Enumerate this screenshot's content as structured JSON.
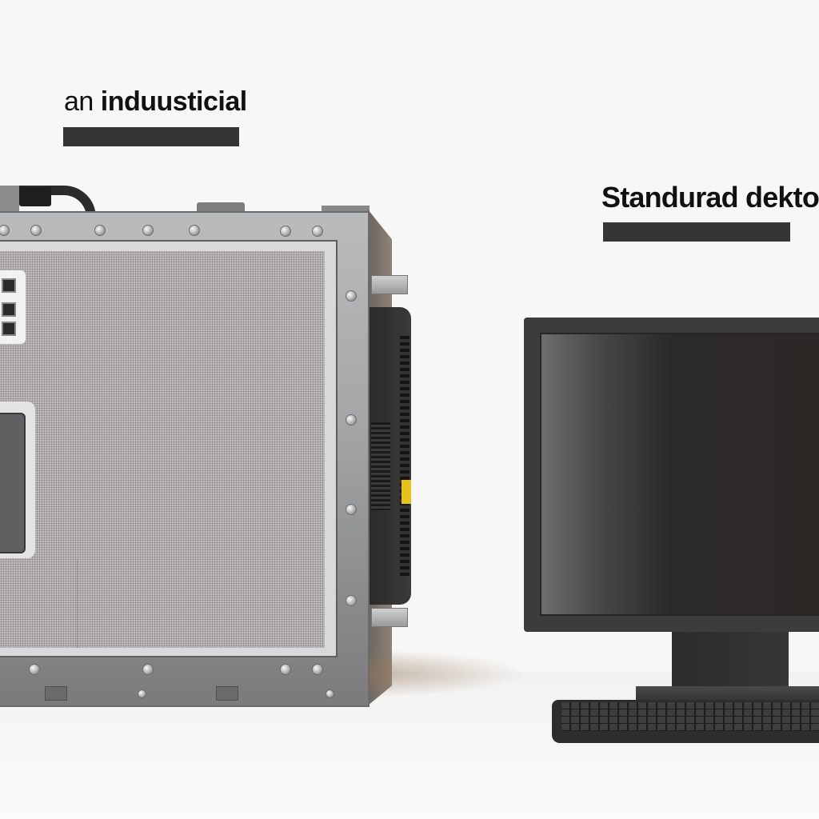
{
  "scene": {
    "description": "Comparison illustration: industrial computer enclosure vs standard desktop monitor with keyboard",
    "background_color": "#f7f7f7"
  },
  "labels": {
    "left": {
      "prefix": "an",
      "main": "induusticial",
      "bar_color": "#343434"
    },
    "right": {
      "text": "Standurad dekto",
      "bar_color": "#353535"
    }
  },
  "objects": {
    "industrial_enclosure": {
      "color": "#a6a7a9",
      "warning_label_color": "#e6c21a"
    },
    "desktop_monitor": {
      "bezel_color": "#3c3c3c",
      "screen_color": "#2c2a29"
    },
    "keyboard": {
      "color": "#2d2d2d"
    }
  }
}
